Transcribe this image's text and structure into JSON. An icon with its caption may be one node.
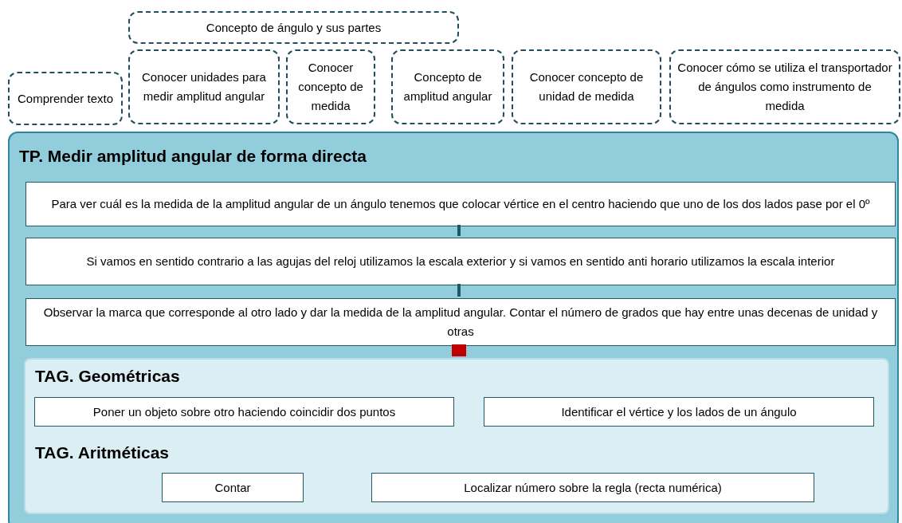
{
  "diagram": {
    "nodes": [
      {
        "text": [
          "Concepto de ángulo y sus partes"
        ]
      },
      {
        "text": [
          "Comprender texto"
        ]
      },
      {
        "text": [
          "Conocer unidades para medir amplitud angular"
        ]
      },
      {
        "text": [
          "Conocer concepto de medida"
        ]
      },
      {
        "text": [
          "Concepto de amplitud angular"
        ]
      },
      {
        "text": [
          "Conocer concepto de unidad de medida"
        ]
      },
      {
        "text": [
          "Conocer cómo se utiliza el transportador de ángulos como instrumento de medida"
        ]
      },
      {
        "text": [
          "TP. Medir amplitud angular de forma directa"
        ]
      },
      {
        "text": [
          "Para ver cuál es la medida de la amplitud angular de un ángulo tenemos que colocar vértice en el centro haciendo que uno de los dos lados pase por el 0º"
        ],
        "in": 7
      },
      {
        "text": [
          "Si vamos en sentido contrario a las agujas del reloj utilizamos la escala exterior y si vamos en sentido anti horario utilizamos la escala interior"
        ],
        "in": 7
      },
      {
        "text": [
          "Observar la marca que corresponde al otro lado y dar la medida de la amplitud angular. Contar el número de grados que hay entre unas decenas de unidad y otras"
        ],
        "in": 7
      },
      {
        "text": [
          "TAG. Geométricas",
          "TAG. Aritméticas"
        ],
        "in": 7
      },
      {
        "text": [
          "Poner un objeto sobre otro haciendo coincidir dos puntos"
        ],
        "in": 11
      },
      {
        "text": [
          "Identificar el vértice y los lados de un ángulo"
        ],
        "in": 11
      },
      {
        "text": [
          "Contar"
        ],
        "in": 11
      },
      {
        "text": [
          "Localizar número sobre la regla (recta numérica)"
        ],
        "in": 11
      }
    ],
    "edges": [
      {
        "from": 8,
        "to": 9,
        "arrow": "none"
      },
      {
        "from": 9,
        "to": 10,
        "arrow": "none"
      },
      {
        "from": 10,
        "to": 11,
        "arrow": "to",
        "style": "thick",
        "color": "#c00000"
      }
    ]
  }
}
